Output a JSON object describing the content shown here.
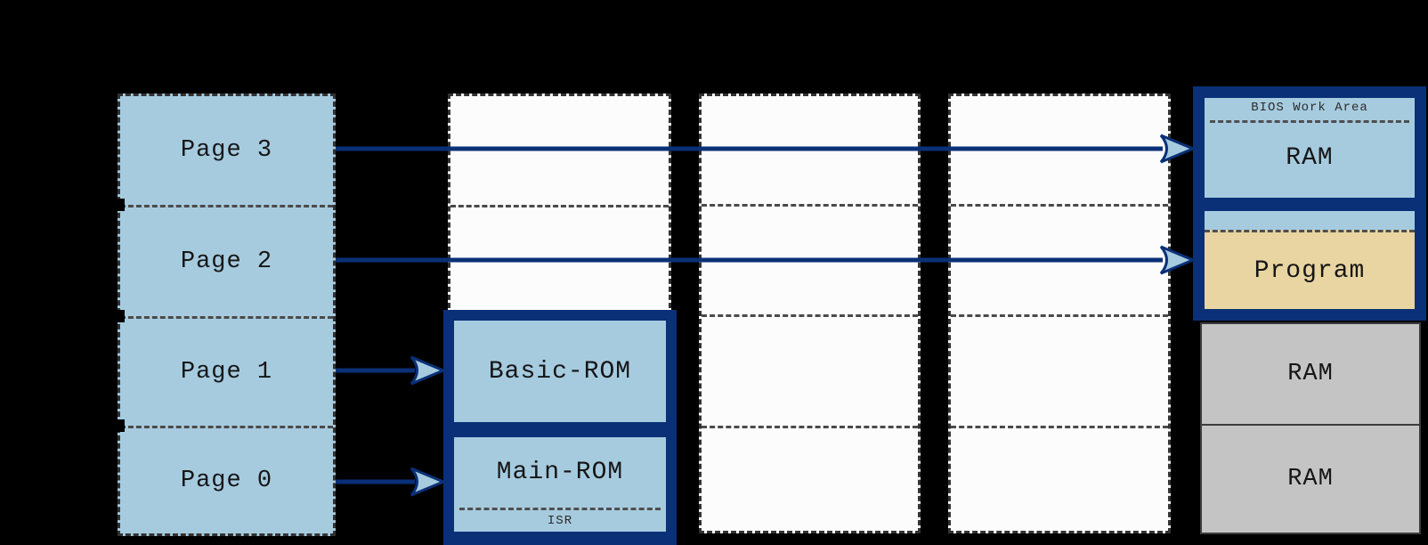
{
  "colors": {
    "navy": "#0a3077",
    "light_blue": "#a6cbdf",
    "tan": "#e9d5a1",
    "gray": "#c4c4c4",
    "background": "#000000"
  },
  "cpu_pages": {
    "items": [
      {
        "label": "Page 3"
      },
      {
        "label": "Page 2"
      },
      {
        "label": "Page 1"
      },
      {
        "label": "Page 0"
      }
    ]
  },
  "rom_container": {
    "basic_rom_label": "Basic-ROM",
    "main_rom_label": "Main-ROM",
    "isr_label": "ISR"
  },
  "ram_container": {
    "bios_work_area_label": "BIOS Work Area",
    "ram_label": "RAM",
    "program_label": "Program"
  },
  "gray_ram": {
    "items": [
      {
        "label": "RAM"
      },
      {
        "label": "RAM"
      }
    ]
  },
  "arrows": [
    {
      "from": "Page 3",
      "to": "RAM"
    },
    {
      "from": "Page 2",
      "to": "Program"
    },
    {
      "from": "Page 1",
      "to": "Basic-ROM"
    },
    {
      "from": "Page 0",
      "to": "Main-ROM"
    }
  ]
}
